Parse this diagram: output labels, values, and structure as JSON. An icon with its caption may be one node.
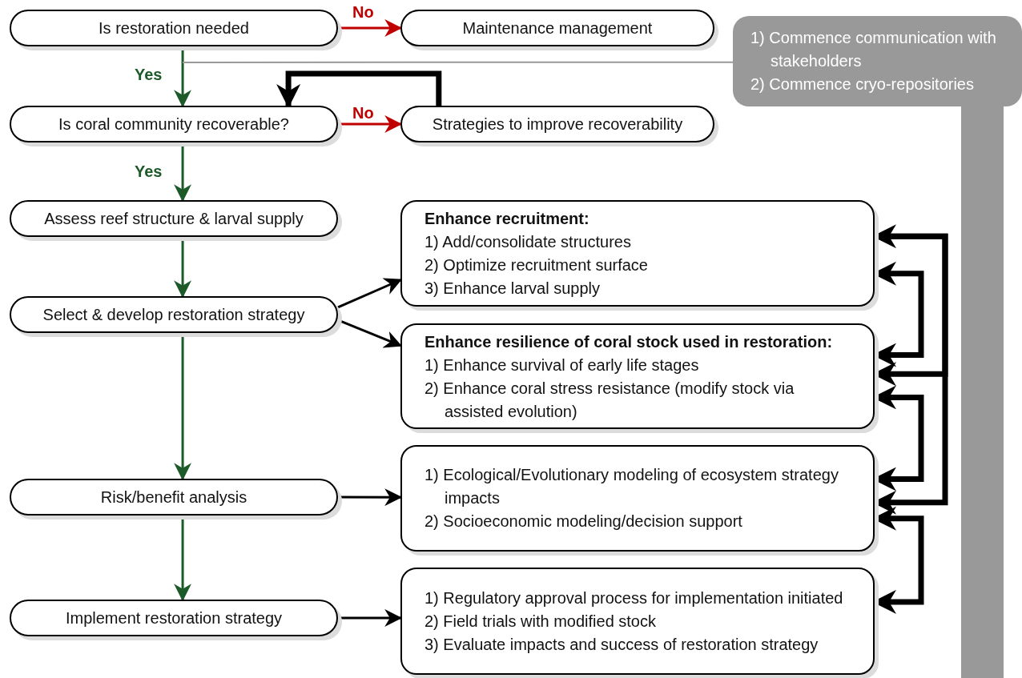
{
  "diagram": {
    "nodes": [
      {
        "text": [
          "Is restoration needed"
        ]
      },
      {
        "text": [
          "Maintenance management"
        ]
      },
      {
        "text": [
          "Is coral community recoverable?"
        ]
      },
      {
        "text": [
          "Strategies to improve recoverability"
        ]
      },
      {
        "text": [
          "1) Commence communication with stakeholders",
          "2) Commence cryo-repositories"
        ]
      },
      {
        "text": [
          "Assess reef structure & larval supply"
        ]
      },
      {
        "text": [
          "Select & develop restoration strategy"
        ]
      },
      {
        "text": [
          "Risk/benefit analysis"
        ]
      },
      {
        "text": [
          "Implement restoration strategy"
        ]
      },
      {
        "text": [
          "Enhance recruitment:",
          "1) Add/consolidate structures",
          "2) Optimize recruitment surface",
          "3) Enhance larval supply"
        ]
      },
      {
        "text": [
          "Enhance resilience of coral stock used in restoration:",
          "1) Enhance survival of early life stages",
          "2) Enhance coral stress resistance (modify stock via assisted evolution)"
        ]
      },
      {
        "text": [
          "1) Ecological/Evolutionary modeling of ecosystem strategy impacts",
          "2) Socioeconomic modeling/decision support"
        ]
      },
      {
        "text": [
          "1) Regulatory approval process for implementation initiated",
          "2) Field trials with modified stock",
          "3) Evaluate impacts and success of restoration strategy"
        ]
      },
      {
        "text": [],
        "shape": "bar"
      }
    ],
    "edges": [
      {
        "from": 0,
        "to": 1,
        "arrow": "to",
        "label": "No",
        "color": "#c00000"
      },
      {
        "from": 0,
        "to": 2,
        "arrow": "to",
        "label": "Yes",
        "color": "#1d5a2a"
      },
      {
        "from": 2,
        "to": 3,
        "arrow": "to",
        "label": "No",
        "color": "#c00000"
      },
      {
        "from": 3,
        "to": 2,
        "arrow": "to",
        "style": "thick"
      },
      {
        "from": 2,
        "to": 5,
        "arrow": "to",
        "label": "Yes",
        "color": "#1d5a2a"
      },
      {
        "from": 5,
        "to": 6,
        "arrow": "to",
        "color": "#1d5a2a"
      },
      {
        "from": 6,
        "to": 7,
        "arrow": "to",
        "color": "#1d5a2a"
      },
      {
        "from": 7,
        "to": 8,
        "arrow": "to",
        "color": "#1d5a2a"
      },
      {
        "from": 6,
        "to": 9,
        "arrow": "to"
      },
      {
        "from": 6,
        "to": 10,
        "arrow": "to"
      },
      {
        "from": 7,
        "to": 11,
        "arrow": "to"
      },
      {
        "from": 8,
        "to": 12,
        "arrow": "to"
      },
      {
        "from": 9,
        "to": 10,
        "arrow": "both",
        "style": "thick"
      },
      {
        "from": 10,
        "to": 11,
        "arrow": "both",
        "style": "thick"
      },
      {
        "from": 11,
        "to": 12,
        "arrow": "both",
        "style": "thick"
      },
      {
        "from": 9,
        "to": 11,
        "arrow": "both",
        "style": "thick"
      },
      {
        "from": 9,
        "to": 10,
        "arrow": "to",
        "style": "thick"
      },
      {
        "from": 4,
        "to": null,
        "arrow": "none",
        "color": "#999999"
      }
    ]
  }
}
